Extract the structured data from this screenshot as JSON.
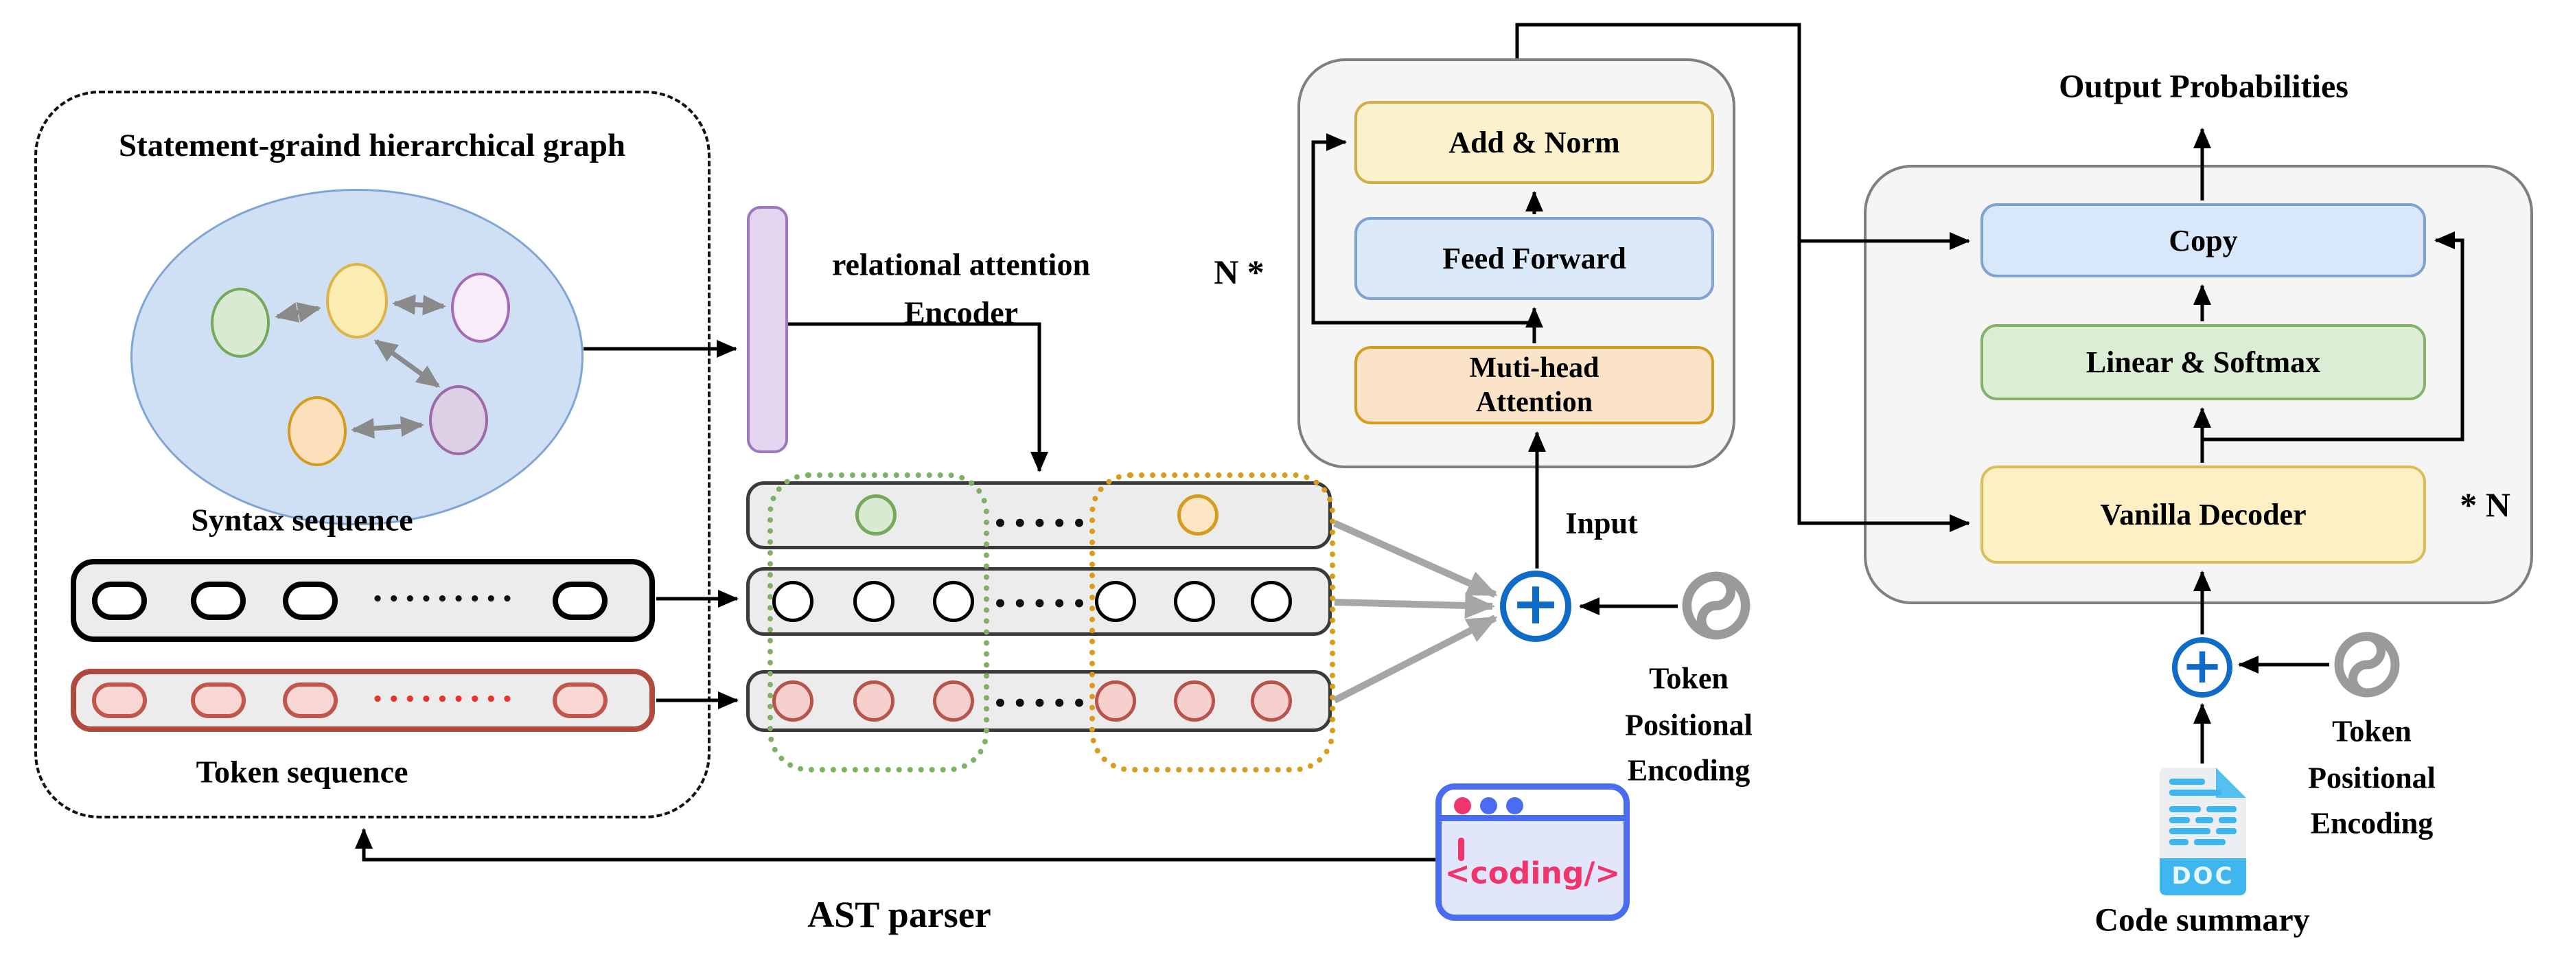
{
  "title": "Statement-graind hierarchical graph",
  "left": {
    "syntax_label": "Syntax sequence",
    "token_label": "Token sequence",
    "sequence_dots": "•••••••••",
    "ast_label": "AST parser"
  },
  "encoder_bar": {
    "line1": "relational attention",
    "line2": "Encoder"
  },
  "rows": {
    "dots": "•••••"
  },
  "encoder": {
    "n_label": "N *",
    "add_norm": "Add & Norm",
    "feed_forward": "Feed Forward",
    "mha_line1": "Muti-head",
    "mha_line2": "Attention",
    "input_label": "Input"
  },
  "pe": {
    "line1": "Token",
    "line2": "Positional",
    "line3": "Encoding"
  },
  "decoder": {
    "output_label": "Output Probabilities",
    "copy": "Copy",
    "linear_softmax": "Linear & Softmax",
    "vanilla": "Vanilla Decoder",
    "n_label": "* N"
  },
  "code_summary": {
    "label": "Code summary",
    "doc": "DOC"
  },
  "coding_icon": {
    "text": "<coding/>"
  },
  "glyphs": {
    "plus": "+"
  },
  "icons": [
    "plus-icon",
    "positional-encoding-icon",
    "doc-file-icon",
    "code-window-icon",
    "graph-node-icon",
    "double-arrow-icon"
  ],
  "colors": {
    "accent_blue": "#0f6bc5",
    "graph_fill": "#cfe0f4",
    "graph_stroke": "#7fa5d6",
    "node_green": "#d9ead3",
    "node_yellow": "#fbecb2",
    "node_violet": "#f8ebfa",
    "node_orange": "#fce0bb",
    "node_purple": "#ddd0e4",
    "bar_purple": "#e5d4f0",
    "box_yellow": "#fcf1cd",
    "box_blue": "#dbe9f9",
    "box_orange": "#fbe3c8",
    "box_green": "#dcedd6",
    "token_red": "#b8544b",
    "dotted_green": "#7cb261",
    "dotted_orange": "#d99a1e",
    "doc_blue": "#3fb6ee",
    "coding_pink": "#f0356d",
    "coding_blue": "#4a6cf0",
    "gray_arrow": "#a6a6a6"
  }
}
